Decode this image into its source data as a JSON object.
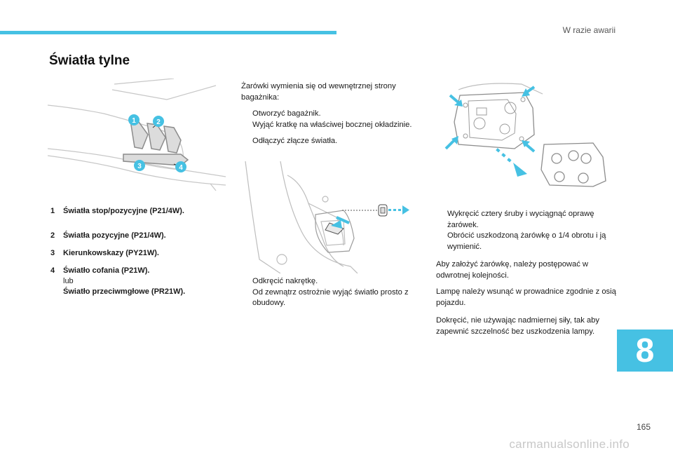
{
  "header": {
    "section": "W razie awarii"
  },
  "title": "Światła tylne",
  "intro": {
    "text": "Żarówki wymienia się od wewnętrznej strony bagażnika:",
    "bullets": [
      "Otworzyć bagażnik.",
      "Wyjąć kratkę na właściwej bocznej okładzinie.",
      "Odłączyć złącze światła."
    ]
  },
  "figure1": {
    "callouts": [
      "1",
      "2",
      "3",
      "4"
    ]
  },
  "legend": [
    {
      "num": "1",
      "label": "Światła stop/pozycyjne (P21/4W)."
    },
    {
      "num": "2",
      "label": "Światła pozycyjne (P21/4W)."
    },
    {
      "num": "3",
      "label": "Kierunkowskazy (PY21W)."
    },
    {
      "num": "4",
      "label": "Światło cofania (P21W).",
      "or": "lub",
      "alt": "Światło przeciwmgłowe (PR21W)."
    }
  ],
  "middle_bullets": [
    "Odkręcić nakrętkę.",
    "Od zewnątrz ostrożnie wyjąć światło prosto z obudowy."
  ],
  "right": {
    "bullets": [
      "Wykręcić cztery śruby i wyciągnąć oprawę żarówek.",
      "Obrócić uszkodzoną żarówkę o 1/4 obrotu i ją wymienić."
    ],
    "para1": "Aby założyć żarówkę, należy postępować w odwrotnej kolejności.",
    "para2": "Lampę należy wsunąć w prowadnice zgodnie z osią pojazdu.",
    "para3": "Dokręcić, nie używając nadmiernej siły, tak aby zapewnić szczelność bez uszkodzenia lampy."
  },
  "bullet_mark": "",
  "chapter": "8",
  "page_number": "165",
  "watermark": "carmanualsonline.info",
  "colors": {
    "accent": "#46c1e3",
    "text": "#1a1a1a"
  }
}
